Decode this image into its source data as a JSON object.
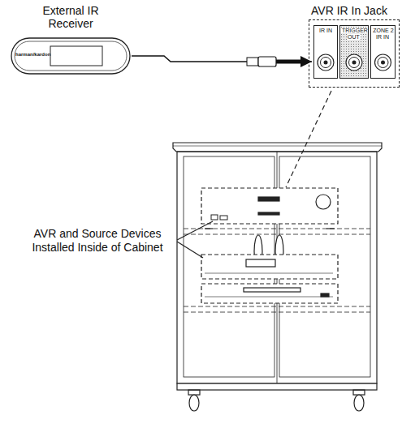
{
  "diagram": {
    "nodes": [
      {
        "text": [
          "External IR Receiver",
          "harman/kardon"
        ]
      },
      {
        "text": [
          "AVR IR In Jack"
        ]
      },
      {
        "text": [
          "IR IN"
        ],
        "in": 1
      },
      {
        "text": [
          "TRIGGER OUT"
        ],
        "in": 1
      },
      {
        "text": [
          "ZONE 2 IR IN"
        ],
        "in": 1
      }
    ],
    "edges": [
      {
        "from": 0,
        "to": 2,
        "arrow": "to"
      }
    ],
    "labels": [
      "AVR and Source Devices Installed Inside of Cabinet"
    ]
  }
}
